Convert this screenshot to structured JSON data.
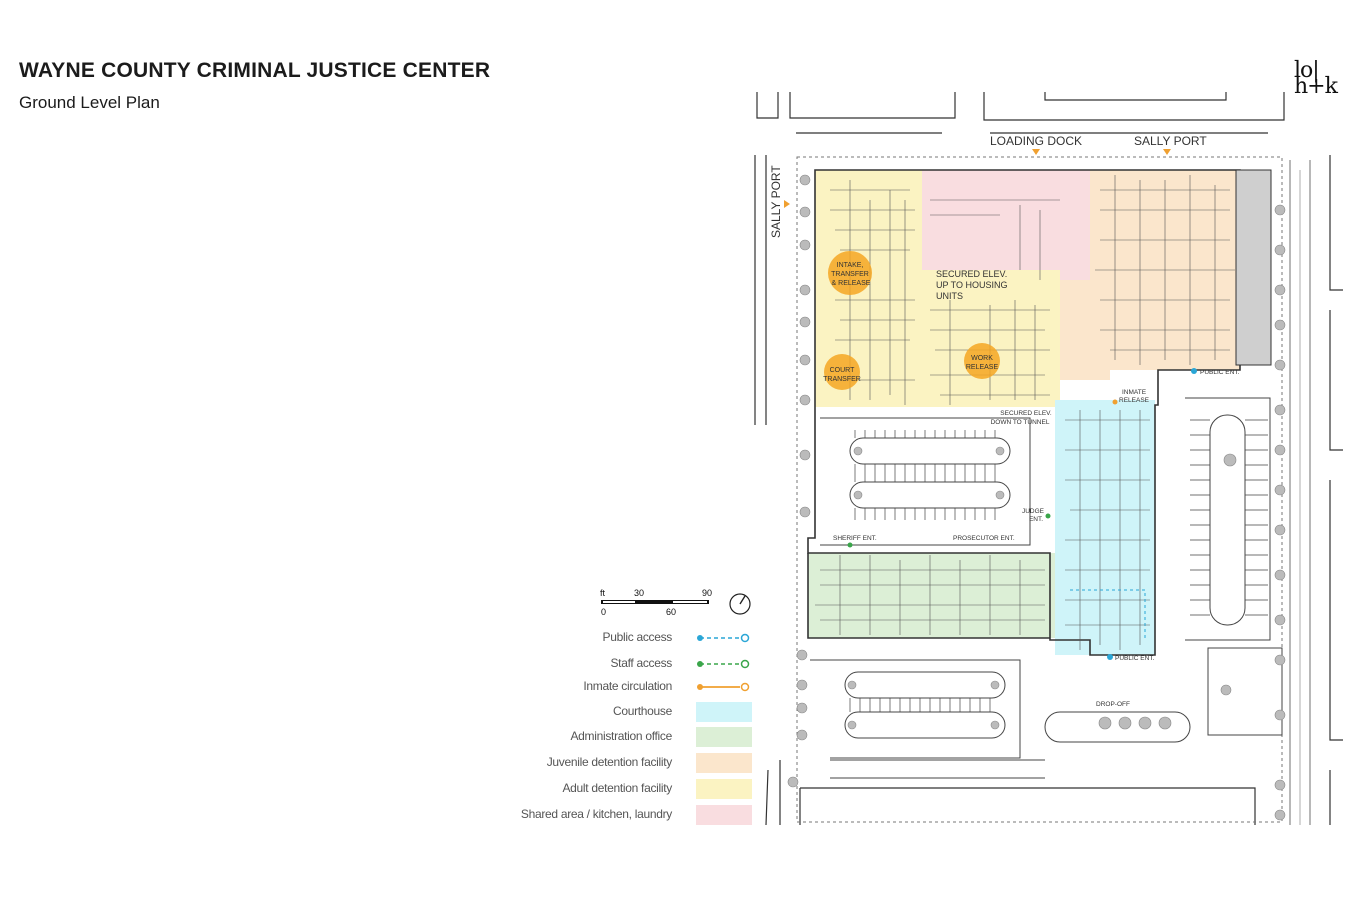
{
  "header": {
    "title": "WAYNE COUNTY CRIMINAL JUSTICE CENTER",
    "subtitle": "Ground Level Plan"
  },
  "logo": {
    "line1": "lo|",
    "line2": "h+k"
  },
  "scale_bar": {
    "unit": "ft",
    "ticks": [
      "0",
      "30",
      "60",
      "90"
    ]
  },
  "legend": {
    "circulation": [
      {
        "label": "Public access",
        "color": "#2aa6d6",
        "icon": "dashed-line-open-circle"
      },
      {
        "label": "Staff access",
        "color": "#3aa54a",
        "icon": "dashed-line-open-circle"
      },
      {
        "label": "Inmate circulation",
        "color": "#f0a030",
        "icon": "solid-line-open-circle"
      }
    ],
    "areas": [
      {
        "label": "Courthouse",
        "color": "#cff4f9"
      },
      {
        "label": "Administration office",
        "color": "#dcefd6"
      },
      {
        "label": "Juvenile detention facility",
        "color": "#fbe6cc"
      },
      {
        "label": "Adult detention facility",
        "color": "#fbf3c2"
      },
      {
        "label": "Shared area / kitchen, laundry",
        "color": "#f9dde0"
      }
    ]
  },
  "plan_labels": {
    "loading_dock": "LOADING DOCK",
    "sally_port_top": "SALLY PORT",
    "sally_port_left": "SALLY PORT",
    "intake": [
      "INTAKE,",
      "TRANSFER",
      "& RELEASE"
    ],
    "secured_elev_up": [
      "SECURED ELEV.",
      "UP TO HOUSING",
      "UNITS"
    ],
    "court_transfer": [
      "COURT",
      "TRANSFER"
    ],
    "work_release": [
      "WORK",
      "RELEASE"
    ],
    "secured_elev_down": [
      "SECURED ELEV.",
      "DOWN TO TUNNEL"
    ],
    "inmate_release": [
      "INMATE",
      "RELEASE"
    ],
    "public_ent_top": "PUBLIC ENT.",
    "judge_ent": [
      "JUDGE",
      "ENT."
    ],
    "sheriff_ent": "SHERIFF ENT.",
    "prosecutor_ent": "PROSECUTOR ENT.",
    "public_ent_bottom": "PUBLIC ENT.",
    "drop_off": "DROP-OFF"
  }
}
